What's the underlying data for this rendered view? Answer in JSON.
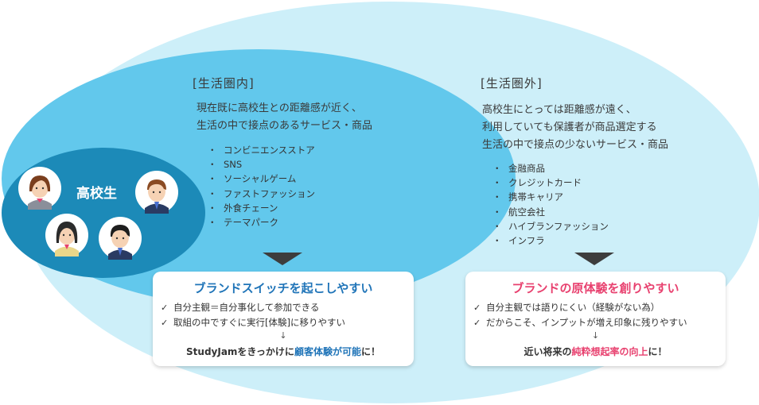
{
  "colors": {
    "outer": "#cdeff9",
    "inner": "#62c8ec",
    "core": "#1c8ab8",
    "accent_blue": "#1f74b8",
    "accent_pink": "#e8416f",
    "triangle": "#3d3d3d"
  },
  "core": {
    "label": "高校生"
  },
  "inner": {
    "heading": "[生活圏内]",
    "desc": [
      "現在既に高校生との距離感が近く、",
      "生活の中で接点のあるサービス・商品"
    ],
    "items": [
      "コンビニエンスストア",
      "SNS",
      "ソーシャルゲーム",
      "ファストファッション",
      "外食チェーン",
      "テーマパーク"
    ],
    "card": {
      "title": "ブランドスイッチを起こしやすい",
      "checks": [
        "自分主観＝自分事化して参加できる",
        "取組の中ですぐに実行[体験]に移りやすい"
      ],
      "arrow": "↓",
      "conclusion": {
        "pre": "StudyJamをきっかけに",
        "highlight": "顧客体験が可能",
        "post": "に！"
      }
    }
  },
  "outer": {
    "heading": "[生活圏外]",
    "desc": [
      "高校生にとっては距離感が遠く、",
      "利用していても保護者が商品選定する",
      "生活の中で接点の少ないサービス・商品"
    ],
    "items": [
      "金融商品",
      "クレジットカード",
      "携帯キャリア",
      "航空会社",
      "ハイブランファッション",
      "インフラ"
    ],
    "card": {
      "title": "ブランドの原体験を創りやすい",
      "checks": [
        "自分主観では語りにくい（経験がない為）",
        "だからこそ、インプットが増え印象に残りやすい"
      ],
      "arrow": "↓",
      "conclusion": {
        "pre": "近い将来の",
        "highlight": "純粋想起率の向上",
        "post": "に！"
      }
    }
  },
  "check_mark": "✓"
}
